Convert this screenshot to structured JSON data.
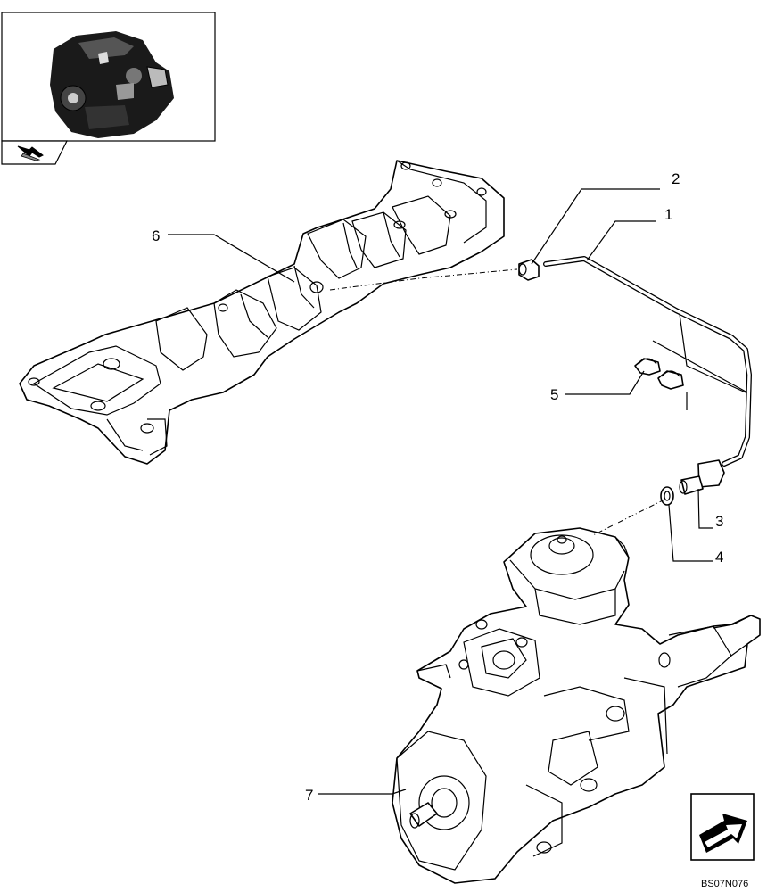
{
  "callouts": [
    {
      "id": "1",
      "text": "1"
    },
    {
      "id": "2",
      "text": "2"
    },
    {
      "id": "3",
      "text": "3"
    },
    {
      "id": "4",
      "text": "4"
    },
    {
      "id": "5",
      "text": "5"
    },
    {
      "id": "6",
      "text": "6"
    },
    {
      "id": "7",
      "text": "7"
    }
  ],
  "figure_code": "BS07N076",
  "icons": {
    "engine_thumbnail": "engine-thumbnail-icon",
    "back_arrow": "back-arrow-icon",
    "next_arrow": "next-page-arrow-icon"
  }
}
